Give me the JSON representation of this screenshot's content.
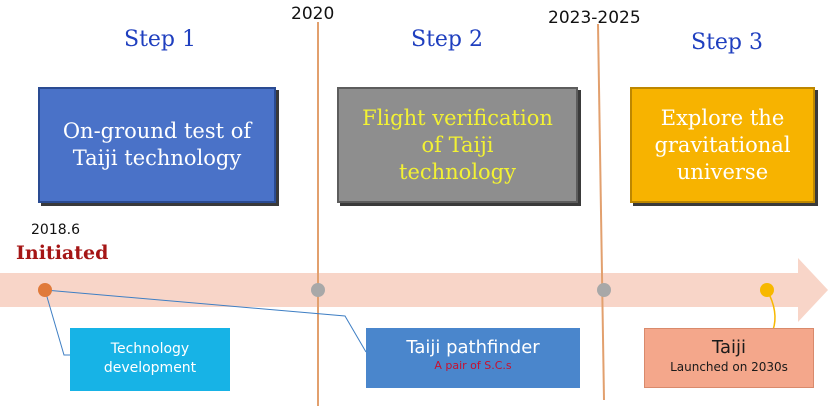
{
  "steps": [
    {
      "label": "Step 1",
      "box_text": "On-ground test of\nTaiji technology"
    },
    {
      "label": "Step 2",
      "box_text": "Flight verification\nof Taiji\ntechnology"
    },
    {
      "label": "Step 3",
      "box_text": "Explore the\ngravitational\nuniverse"
    }
  ],
  "years": [
    "2020",
    "2023-2025"
  ],
  "start": {
    "date": "2018.6",
    "label": "Initiated"
  },
  "milestones": [
    {
      "title": "Technology\ndevelopment"
    },
    {
      "title": "Taiji pathfinder",
      "subtitle": "A pair of S.C.s"
    },
    {
      "title": "Taiji",
      "subtitle": "Launched on 2030s"
    }
  ],
  "colors": {
    "arrow": "#f8d5c8",
    "divider": "#e2a06e",
    "dot_start": "#e07a3a",
    "dot_gray": "#a8a8a8",
    "dot_end": "#f7b800",
    "initiated": "#a51515",
    "step_label": "#1f3fbf"
  }
}
